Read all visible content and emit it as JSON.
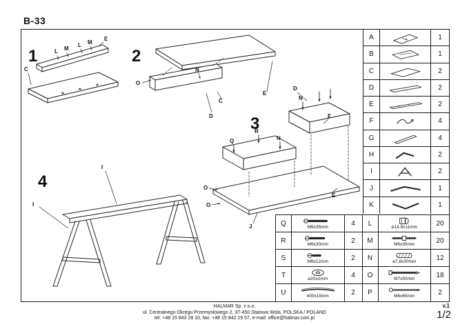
{
  "title": "B-33",
  "drawings": {
    "step1": {
      "number": "1",
      "labels": [
        "E",
        "C",
        "L",
        "M",
        "L",
        "M"
      ]
    },
    "step2": {
      "number": "2",
      "labels": [
        "O",
        "N",
        "C",
        "E",
        "D"
      ]
    },
    "step3": {
      "number": "3",
      "labels": [
        "D",
        "N",
        "E",
        "R",
        "Q",
        "N",
        "O",
        "O",
        "E",
        "J"
      ]
    },
    "step4": {
      "number": "4",
      "labels": [
        "I",
        "I"
      ]
    }
  },
  "parts": [
    {
      "letter": "A",
      "qty": "1",
      "icon": "panel-arrow-icon"
    },
    {
      "letter": "B",
      "qty": "1",
      "icon": "panel-icon"
    },
    {
      "letter": "C",
      "qty": "2",
      "icon": "panel-icon"
    },
    {
      "letter": "D",
      "qty": "2",
      "icon": "bar-icon"
    },
    {
      "letter": "E",
      "qty": "2",
      "icon": "bar-icon"
    },
    {
      "letter": "F",
      "qty": "4",
      "icon": "bracket-icon"
    },
    {
      "letter": "G",
      "qty": "4",
      "icon": "rod-icon"
    },
    {
      "letter": "H",
      "qty": "2",
      "icon": "angle-icon"
    },
    {
      "letter": "I",
      "qty": "2",
      "icon": "leg-frame-icon"
    },
    {
      "letter": "J",
      "qty": "1",
      "icon": "long-bar-icon"
    },
    {
      "letter": "K",
      "qty": "1",
      "icon": "chevron-bar-icon"
    }
  ],
  "hardware_left": [
    {
      "letter": "Q",
      "size": "M6x35mm",
      "qty": "4",
      "icon": "bolt-icon"
    },
    {
      "letter": "R",
      "size": "M6x30mm",
      "qty": "2",
      "icon": "bolt-icon"
    },
    {
      "letter": "S",
      "size": "M6x12mm",
      "qty": "2",
      "icon": "bolt-icon"
    },
    {
      "letter": "T",
      "size": "⌀20x2mm",
      "qty": "4",
      "icon": "washer-icon"
    },
    {
      "letter": "U",
      "size": "400x15mm",
      "qty": "2",
      "icon": "strip-icon"
    }
  ],
  "hardware_right": [
    {
      "letter": "L",
      "size": "⌀14.8x11mm",
      "qty": "20",
      "icon": "cam-lock-icon"
    },
    {
      "letter": "M",
      "size": "M6x35mm",
      "qty": "20",
      "icon": "dowel-screw-icon"
    },
    {
      "letter": "N",
      "size": "⌀7.8x30mm",
      "qty": "12",
      "icon": "wood-dowel-icon"
    },
    {
      "letter": "O",
      "size": "M7x50mm",
      "qty": "18",
      "icon": "screw-icon"
    },
    {
      "letter": "P",
      "size": "M6x65mm",
      "qty": "2",
      "icon": "screw-icon"
    }
  ],
  "footer": {
    "company": "HALMAR Sp. z o.o.",
    "address": "ul. Centralnego Okręgu Przemysłowego 2, 37-450 Stalowa Wola, POLSKA / POLAND",
    "contact": "tel. +48 15 843 28 10, fax: +48 15 842 19 57, e-mail: office@halmar.com.pl",
    "version": "v.1",
    "page": "1/2"
  }
}
